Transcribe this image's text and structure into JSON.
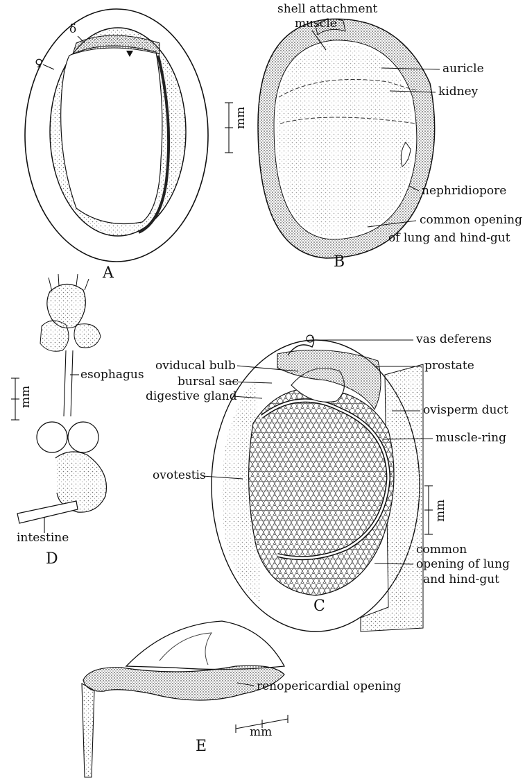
{
  "figures": {
    "A": {
      "letter": "A",
      "small_marks": [
        "δ",
        "♀"
      ],
      "scale": "mm"
    },
    "B": {
      "letter": "B",
      "labels": {
        "shell_attachment_1": "shell attachment",
        "shell_attachment_2": "muscle",
        "auricle": "auricle",
        "kidney": "kidney",
        "nephridiopore": "nephridiopore",
        "common_opening_1": "common opening",
        "common_opening_2": "of lung and hind-gut"
      }
    },
    "C": {
      "letter": "C",
      "scale": "mm",
      "labels": {
        "vas_deferens": "vas deferens",
        "oviducal_bulb": "oviducal bulb",
        "prostate": "prostate",
        "bursal_sac": "bursal sac",
        "digestive_gland": "digestive gland",
        "ovisperm_duct": "ovisperm duct",
        "muscle_ring": "muscle-ring",
        "ovotestis": "ovotestis",
        "common_1": "common",
        "common_2": "opening of lung",
        "common_3": "and hind-gut"
      }
    },
    "D": {
      "letter": "D",
      "scale": "mm",
      "labels": {
        "esophagus": "esophagus",
        "intestine": "intestine"
      }
    },
    "E": {
      "letter": "E",
      "scale": "mm",
      "labels": {
        "renopericardial": "renopericardial opening"
      }
    }
  },
  "colors": {
    "ink": "#111111",
    "stipple": "#9a9a9a",
    "paper": "#ffffff"
  }
}
